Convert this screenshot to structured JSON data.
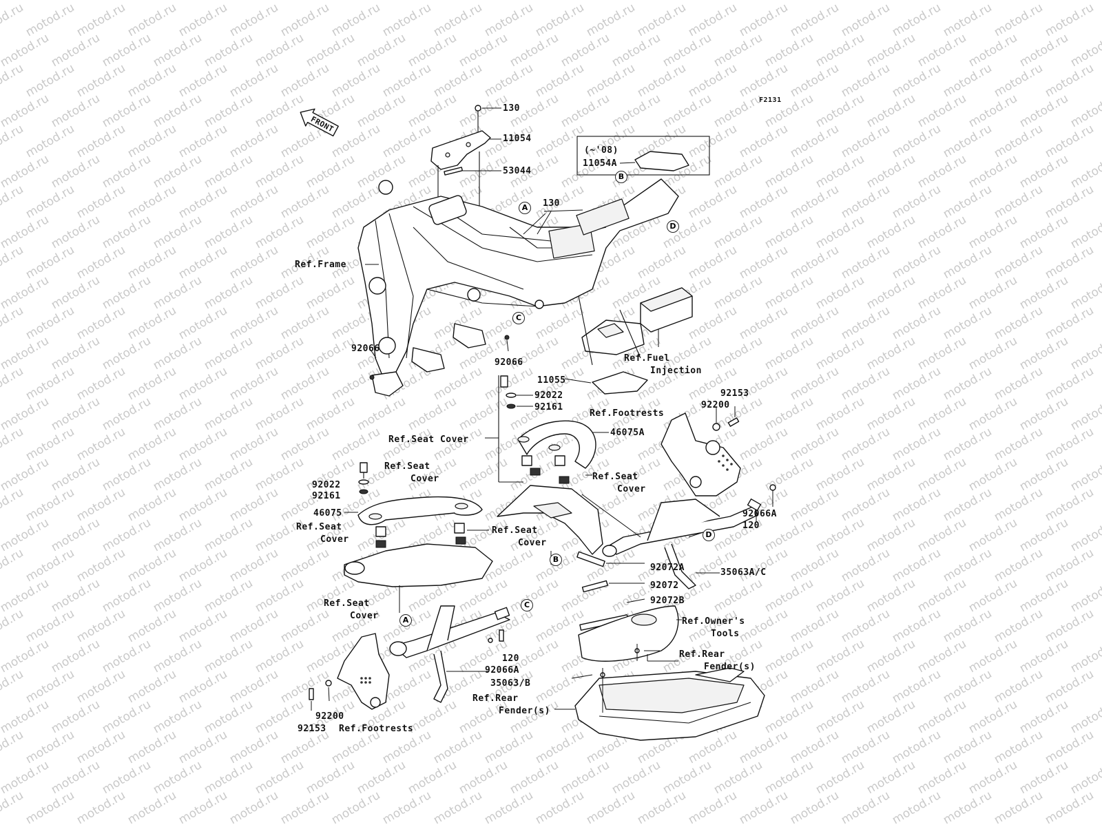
{
  "figure_id": "F2131",
  "front_badge": "FRONT",
  "inset": {
    "year_note": "(~'08)",
    "part": "11054A"
  },
  "callouts": {
    "A": "A",
    "B": "B",
    "C": "C",
    "D": "D"
  },
  "labels": {
    "p130_top": "130",
    "p11054": "11054",
    "p53044": "53044",
    "p130_mid": "130",
    "ref_frame": "Ref.Frame",
    "p92066_left": "92066",
    "p92066_mid": "92066",
    "ref_fuel_1": "Ref.Fuel",
    "ref_fuel_2": "Injection",
    "p11055": "11055",
    "p92022_top": "92022",
    "p92161_top": "92161",
    "ref_footrests_top": "Ref.Footrests",
    "p92200_top": "92200",
    "p92153_top": "92153",
    "ref_seat_cover_long": "Ref.Seat Cover",
    "p46075A": "46075A",
    "ref_seat_a_1": "Ref.Seat",
    "ref_seat_a_2": "Cover",
    "ref_seat_b_1": "Ref.Seat",
    "ref_seat_b_2": "Cover",
    "p92022_left": "92022",
    "p92161_left": "92161",
    "p46075": "46075",
    "ref_seat_c_1": "Ref.Seat",
    "ref_seat_c_2": "Cover",
    "ref_seat_d_1": "Ref.Seat",
    "ref_seat_d_2": "Cover",
    "p92066A_right": "92066A",
    "p120_right": "120",
    "p92072A": "92072A",
    "p35063AC": "35063A/C",
    "p92072": "92072",
    "p92072B": "92072B",
    "ref_owners_1": "Ref.Owner's",
    "ref_owners_2": "Tools",
    "ref_seat_e_1": "Ref.Seat",
    "ref_seat_e_2": "Cover",
    "p120_left": "120",
    "p92066A_left": "92066A",
    "p35063B": "35063/B",
    "ref_rear_a_1": "Ref.Rear",
    "ref_rear_a_2": "Fender(s)",
    "ref_rear_b_1": "Ref.Rear",
    "ref_rear_b_2": "Fender(s)",
    "p92200_left": "92200",
    "p92153_left": "92153",
    "ref_footrests_left": "Ref.Footrests"
  },
  "watermark": "motod.ru"
}
